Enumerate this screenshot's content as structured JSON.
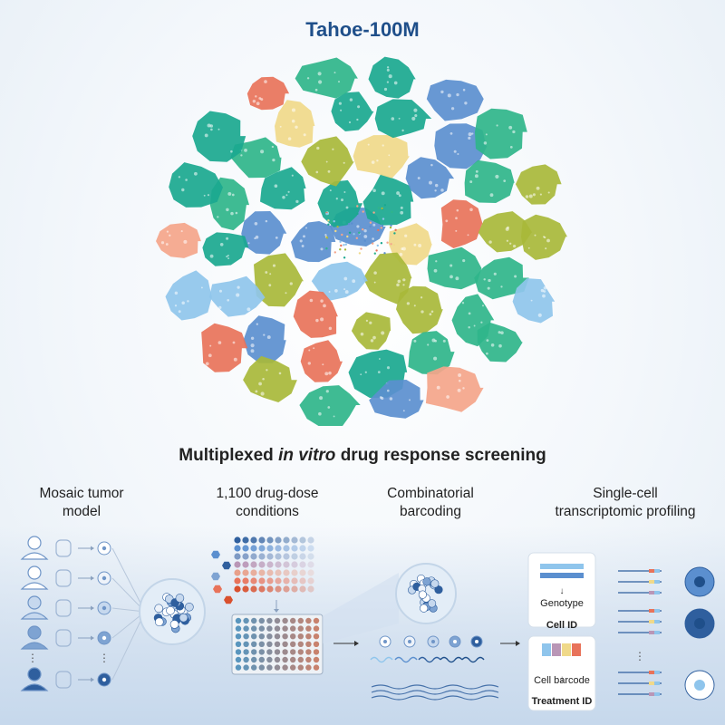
{
  "title": "Tahoe-100M",
  "subtitle_prefix": "Multiplexed ",
  "subtitle_italic": "in vitro",
  "subtitle_suffix": " drug response screening",
  "steps": [
    {
      "line1": "Mosaic tumor",
      "line2": "model"
    },
    {
      "line1": "1,100 drug-dose",
      "line2": "conditions"
    },
    {
      "line1": "Combinatorial",
      "line2": "barcoding"
    },
    {
      "line1": "Single-cell",
      "line2": "transcriptomic profiling"
    }
  ],
  "cards": {
    "genotype": "Genotype",
    "cell_id": "Cell ID",
    "cell_barcode": "Cell barcode",
    "treatment_id": "Treatment ID"
  },
  "colors": {
    "title": "#1f4f8a",
    "palette": [
      "#e8735a",
      "#2fb58a",
      "#8fc5ec",
      "#5b8fcf",
      "#a8b83a",
      "#f0d98a",
      "#f4a58a",
      "#1aa88f"
    ]
  }
}
